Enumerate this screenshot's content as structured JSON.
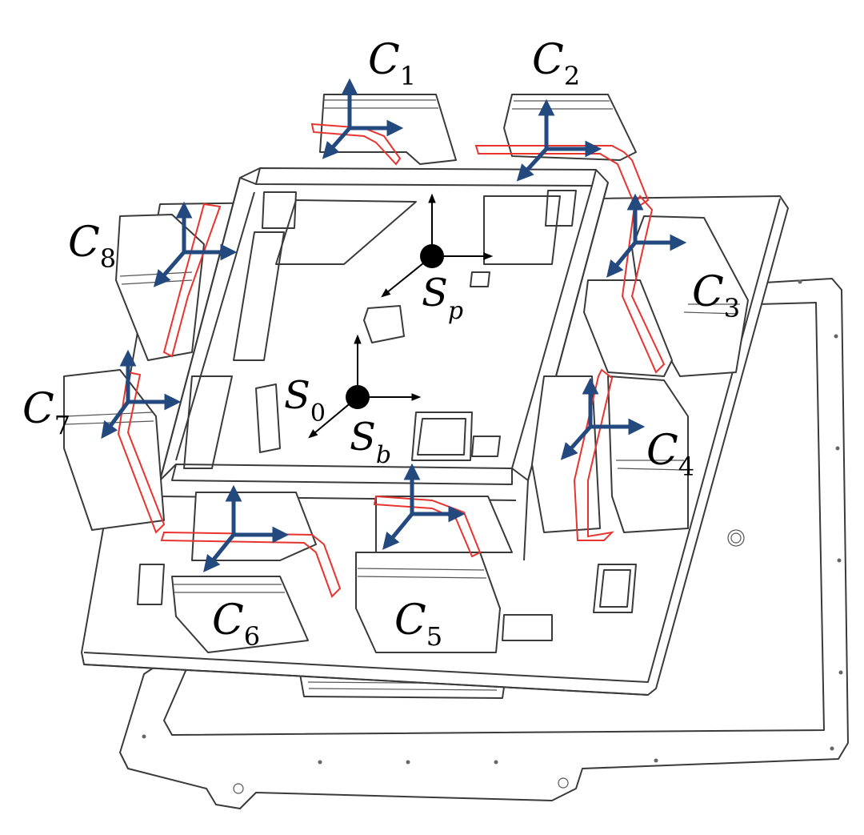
{
  "figure": {
    "frames": {
      "s0": {
        "main": "S",
        "sub": "0"
      },
      "sp": {
        "main": "S",
        "sub": "p"
      },
      "sb": {
        "main": "S",
        "sub": "b"
      }
    },
    "cameras": [
      {
        "main": "C",
        "sub": "1"
      },
      {
        "main": "C",
        "sub": "2"
      },
      {
        "main": "C",
        "sub": "3"
      },
      {
        "main": "C",
        "sub": "4"
      },
      {
        "main": "C",
        "sub": "5"
      },
      {
        "main": "C",
        "sub": "6"
      },
      {
        "main": "C",
        "sub": "7"
      },
      {
        "main": "C",
        "sub": "8"
      }
    ],
    "colors": {
      "camera_axes": "#23497f",
      "frame_axes": "#000000",
      "highlight": "#e8332f",
      "drawing_lines": "#3a3a3a"
    }
  }
}
